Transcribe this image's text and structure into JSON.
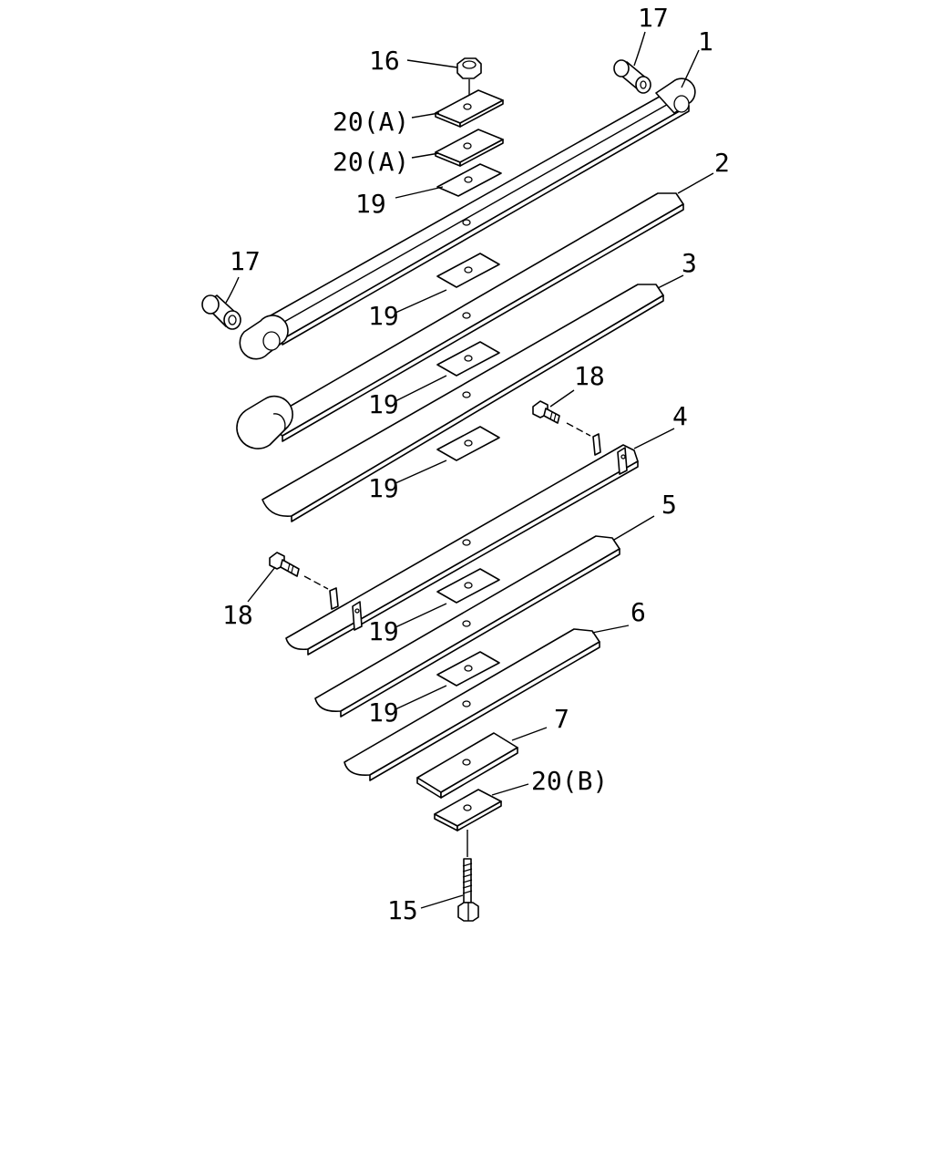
{
  "labels": {
    "p1": "1",
    "p2": "2",
    "p3": "3",
    "p4": "4",
    "p5": "5",
    "p6": "6",
    "p7": "7",
    "p15": "15",
    "p16": "16",
    "p17": "17",
    "p18": "18",
    "p19": "19",
    "p20a": "20(A)",
    "p20b": "20(B)"
  }
}
